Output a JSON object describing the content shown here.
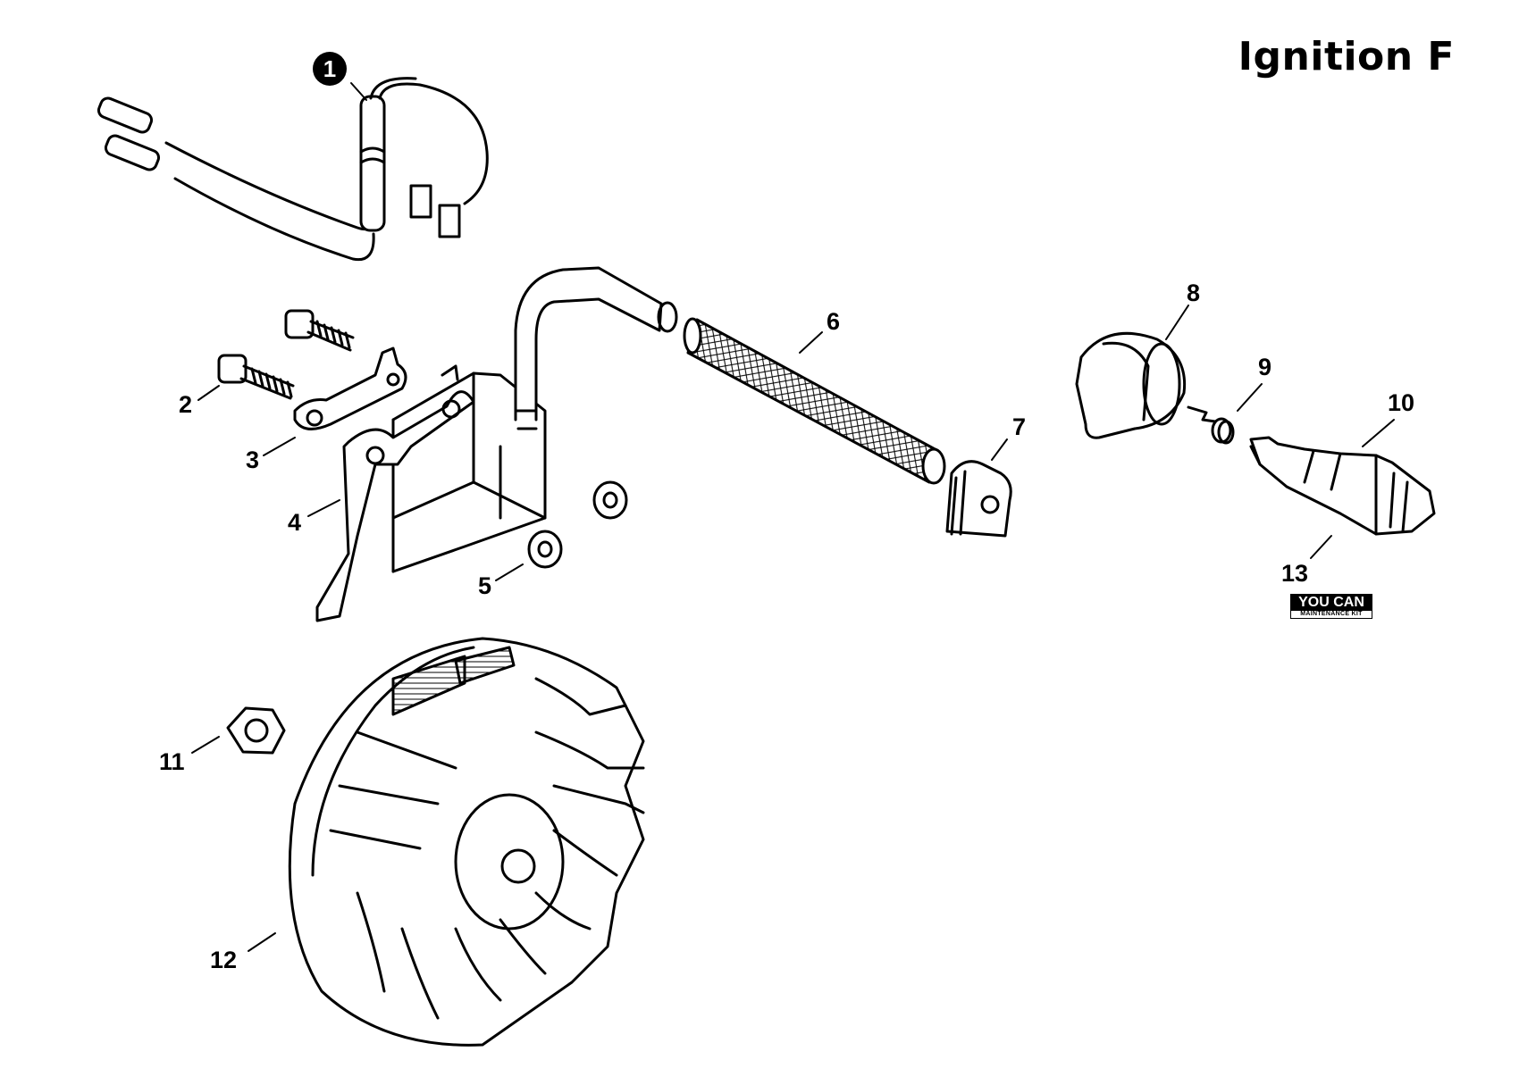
{
  "title": "Ignition F",
  "callouts": {
    "c1": "1",
    "c2": "2",
    "c3": "3",
    "c4": "4",
    "c5": "5",
    "c6": "6",
    "c7": "7",
    "c8": "8",
    "c9": "9",
    "c10": "10",
    "c11": "11",
    "c12": "12",
    "c13": "13"
  },
  "badge": {
    "top": "YOU CAN",
    "bottom": "MAINTENANCE KIT"
  }
}
